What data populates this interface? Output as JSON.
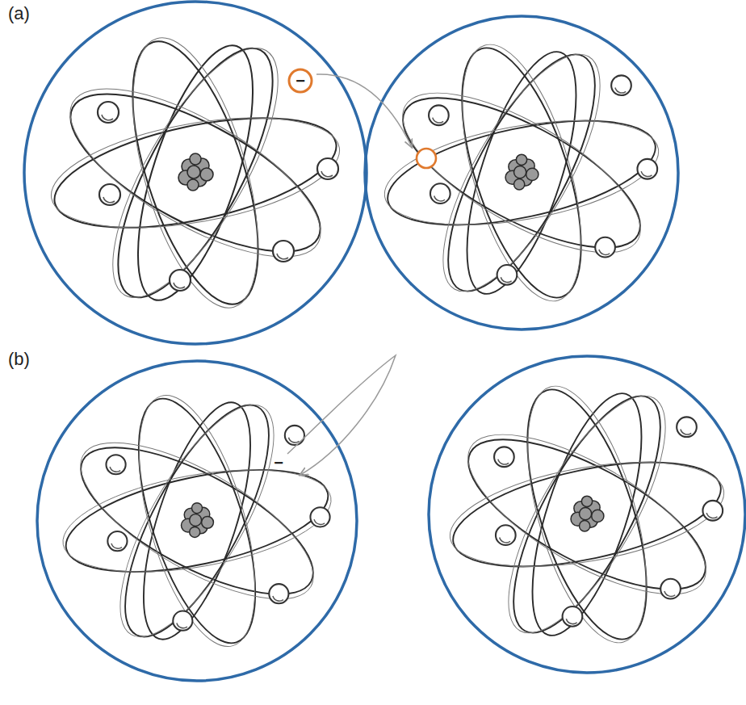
{
  "diagram": {
    "labels": [
      "(a)",
      "−",
      "(b)",
      "−"
    ]
  }
}
